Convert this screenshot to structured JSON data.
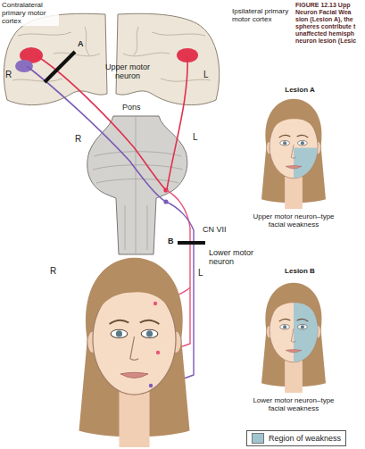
{
  "diagram": {
    "caption": "FIGURE 12.13 Upp Neuron Facial Wea sion (Lesion A), the spheres contribute t unaffected hemisph neuron lesion (Lesic",
    "labels": [
      "Contralateral primary motor cortex",
      "Ipsilateral primary motor cortex",
      "R",
      "L",
      "A",
      "Upper motor neuron",
      "Pons",
      "R",
      "L",
      "CN VII",
      "B",
      "Lower motor neuron",
      "R",
      "L",
      "Lesion A",
      "Upper motor neuron–type facial weakness",
      "Lesion B",
      "Lower motor neuron–type facial weakness"
    ],
    "legend": [
      {
        "text": "Region of weakness",
        "color": "#9fc5d0"
      }
    ]
  }
}
